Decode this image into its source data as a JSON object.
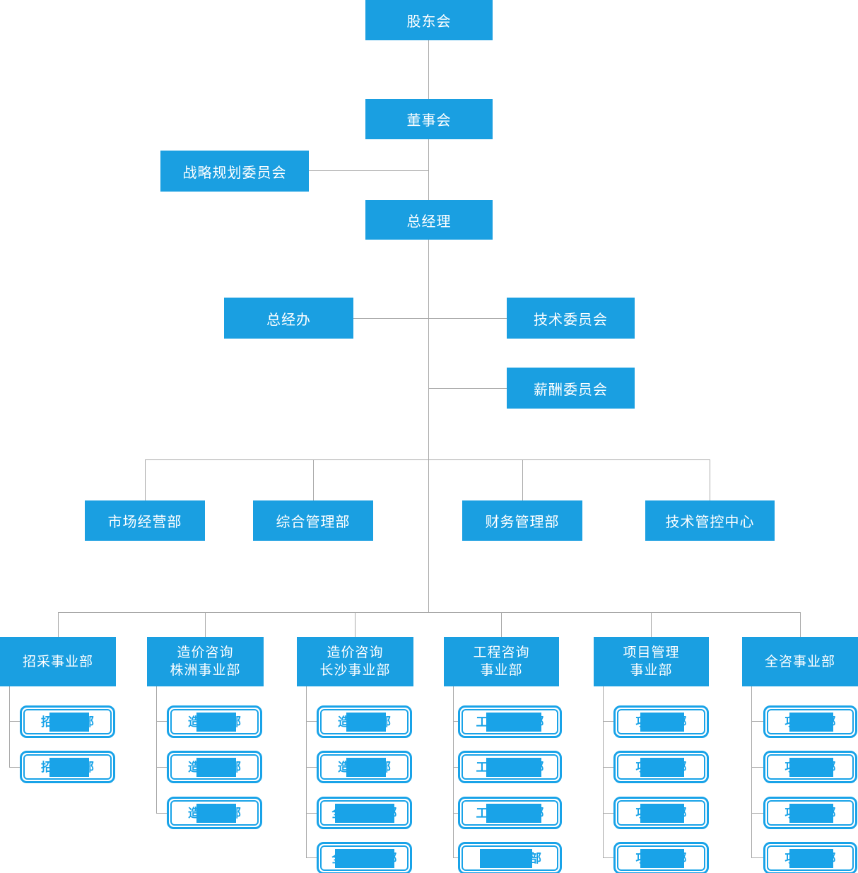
{
  "colors": {
    "box_blue": "#1a9fe1",
    "child_blue": "#19a3e8",
    "line_gray": "#a8a8a8"
  },
  "nodes": {
    "shareholders": "股东会",
    "board": "董事会",
    "strategy_committee": "战略规划委员会",
    "general_manager": "总经理",
    "gm_office": "总经办",
    "tech_committee": "技术委员会",
    "salary_committee": "薪酬委员会"
  },
  "departments": [
    {
      "label": "市场经营部"
    },
    {
      "label": "综合管理部"
    },
    {
      "label": "财务管理部"
    },
    {
      "label": "技术管控中心"
    }
  ],
  "divisions": [
    {
      "lines": [
        "招采事业部"
      ],
      "children": [
        {
          "left": "招",
          "right": "部"
        },
        {
          "left": "招",
          "right": "部"
        }
      ]
    },
    {
      "lines": [
        "造价咨询",
        "株洲事业部"
      ],
      "children": [
        {
          "left": "造",
          "right": "部"
        },
        {
          "left": "造",
          "right": "部"
        },
        {
          "left": "造",
          "right": "部"
        }
      ]
    },
    {
      "lines": [
        "造价咨询",
        "长沙事业部"
      ],
      "children": [
        {
          "left": "造",
          "right": "部"
        },
        {
          "left": "造",
          "right": "部"
        },
        {
          "left": "全",
          "right": "部"
        },
        {
          "left": "全",
          "right": "部"
        }
      ]
    },
    {
      "lines": [
        "工程咨询",
        "事业部"
      ],
      "children": [
        {
          "left": "工",
          "right": "部"
        },
        {
          "left": "工",
          "right": "部"
        },
        {
          "left": "工",
          "right": "部"
        },
        {
          "left": "",
          "right": "部"
        }
      ]
    },
    {
      "lines": [
        "项目管理",
        "事业部"
      ],
      "children": [
        {
          "left": "项",
          "right": "部"
        },
        {
          "left": "项",
          "right": "部"
        },
        {
          "left": "项",
          "right": "部"
        },
        {
          "left": "项",
          "right": "部"
        }
      ]
    },
    {
      "lines": [
        "全咨事业部"
      ],
      "children": [
        {
          "left": "项",
          "right": "部"
        },
        {
          "left": "项",
          "right": "部"
        },
        {
          "left": "项",
          "right": "部"
        },
        {
          "left": "项",
          "right": "部"
        }
      ]
    }
  ]
}
